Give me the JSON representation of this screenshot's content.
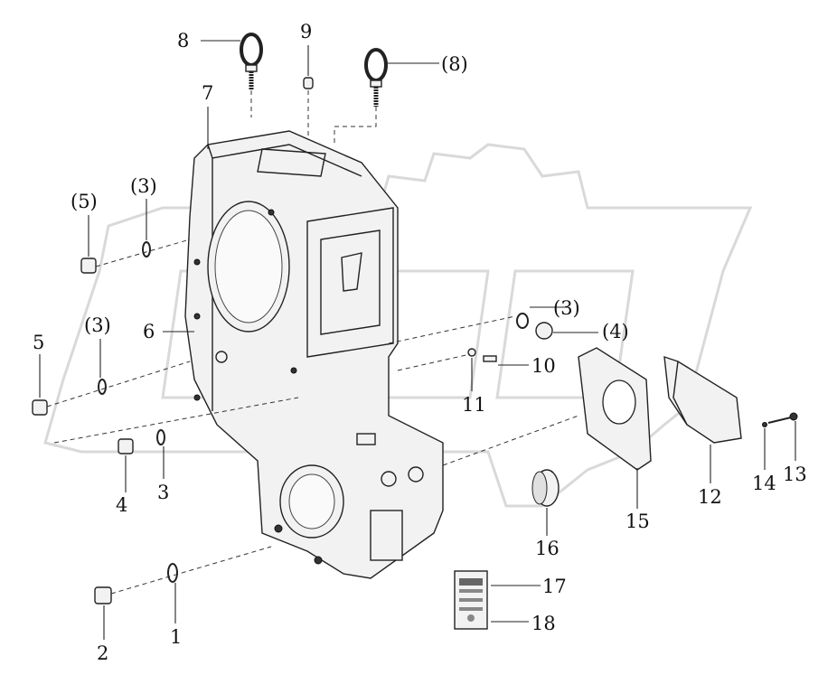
{
  "figure": {
    "callouts": [
      {
        "id": "c8",
        "text": "8"
      },
      {
        "id": "c9",
        "text": "9"
      },
      {
        "id": "c8b",
        "text": "(8)"
      },
      {
        "id": "c7",
        "text": "7"
      },
      {
        "id": "c5b",
        "text": "(5)"
      },
      {
        "id": "c3b1",
        "text": "(3)"
      },
      {
        "id": "c3b2",
        "text": "(3)"
      },
      {
        "id": "c3b3",
        "text": "(3)"
      },
      {
        "id": "c4b",
        "text": "(4)"
      },
      {
        "id": "c5",
        "text": "5"
      },
      {
        "id": "c6",
        "text": "6"
      },
      {
        "id": "c10",
        "text": "10"
      },
      {
        "id": "c11",
        "text": "11"
      },
      {
        "id": "c4",
        "text": "4"
      },
      {
        "id": "c3",
        "text": "3"
      },
      {
        "id": "c12",
        "text": "12"
      },
      {
        "id": "c13",
        "text": "13"
      },
      {
        "id": "c14",
        "text": "14"
      },
      {
        "id": "c15",
        "text": "15"
      },
      {
        "id": "c16",
        "text": "16"
      },
      {
        "id": "c17",
        "text": "17"
      },
      {
        "id": "c18",
        "text": "18"
      },
      {
        "id": "c2",
        "text": "2"
      },
      {
        "id": "c1",
        "text": "1"
      }
    ],
    "colors": {
      "line": "#222222",
      "watermark": "#d9d9d9",
      "background": "#ffffff"
    }
  }
}
